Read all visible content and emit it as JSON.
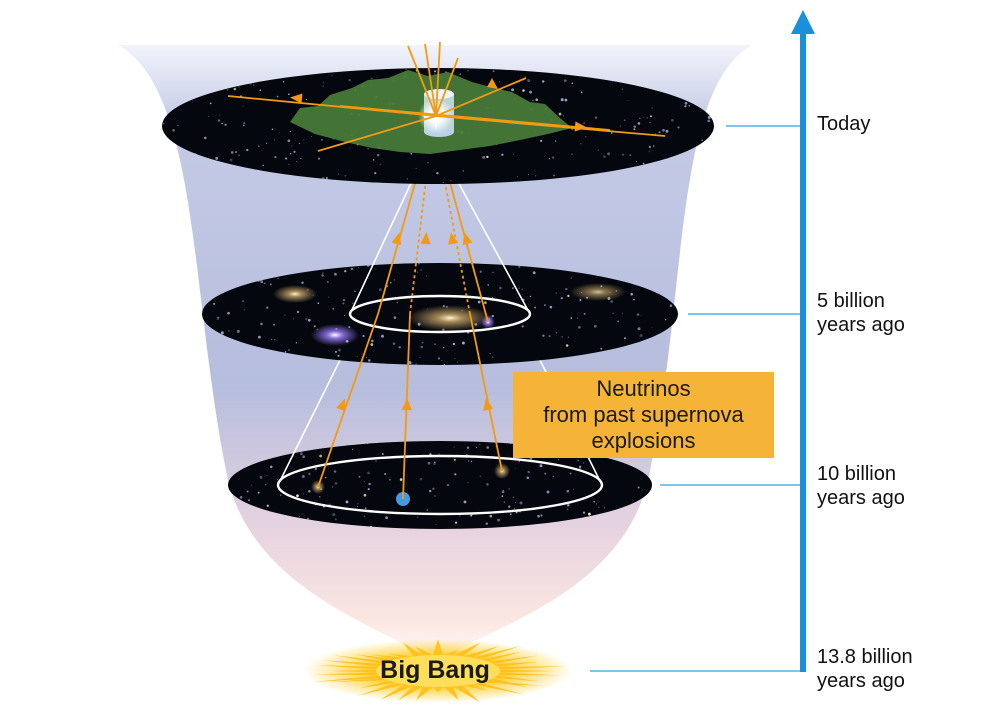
{
  "timeline": {
    "today": "Today",
    "five_billion": "5 billion\nyears ago",
    "ten_billion": "10 billion\nyears ago",
    "big_bang_time": "13.8 billion\nyears ago"
  },
  "callout": {
    "text": "Neutrinos\nfrom past supernova\nexplosions"
  },
  "big_bang": {
    "label": "Big Bang"
  },
  "colors": {
    "timeline_arrow": "#1a8fdc",
    "leader_line": "#4fb3e6",
    "neutrino_ray": "#f29a12",
    "callout_fill": "#f5b437",
    "funnel_top": "#b9c1de",
    "funnel_bottom": "#f7d8d3",
    "disk_fill": "#05070f",
    "galaxy_land": "#4a7d3a",
    "cone_outline": "#ffffff"
  },
  "icons": {
    "detector": "detector-cylinder-icon",
    "explosion": "starburst-icon"
  }
}
